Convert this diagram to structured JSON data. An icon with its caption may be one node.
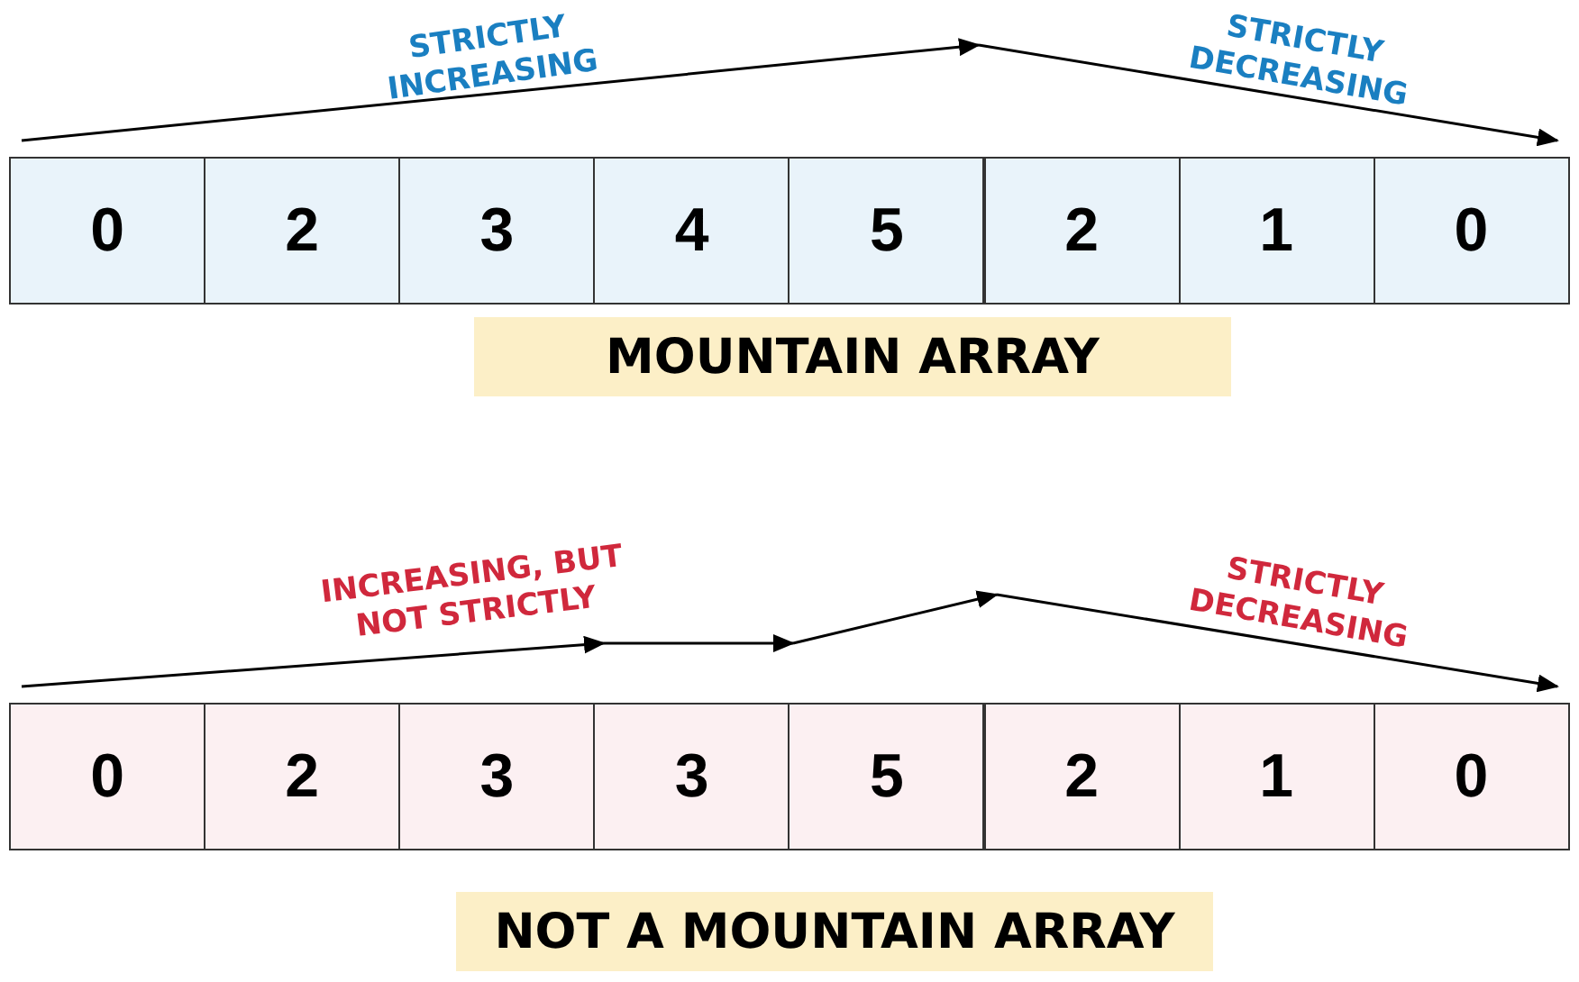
{
  "diagram": {
    "nodes": [
      {
        "text": [
          "0"
        ]
      },
      {
        "text": [
          "2"
        ]
      },
      {
        "text": [
          "3"
        ]
      },
      {
        "text": [
          "4"
        ]
      },
      {
        "text": [
          "5"
        ]
      },
      {
        "text": [
          "2"
        ]
      },
      {
        "text": [
          "1"
        ]
      },
      {
        "text": [
          "0"
        ]
      },
      {
        "text": [
          "MOUNTAIN ARRAY"
        ]
      },
      {
        "text": [
          "0"
        ]
      },
      {
        "text": [
          "2"
        ]
      },
      {
        "text": [
          "3"
        ]
      },
      {
        "text": [
          "3"
        ]
      },
      {
        "text": [
          "5"
        ]
      },
      {
        "text": [
          "2"
        ]
      },
      {
        "text": [
          "1"
        ]
      },
      {
        "text": [
          "0"
        ]
      },
      {
        "text": [
          "NOT A MOUNTAIN ARRAY"
        ]
      }
    ],
    "labels": [
      "STRICTLY INCREASING",
      "STRICTLY DECREASING",
      "INCREASING, BUT NOT STRICTLY",
      "STRICTLY DECREASING"
    ]
  }
}
